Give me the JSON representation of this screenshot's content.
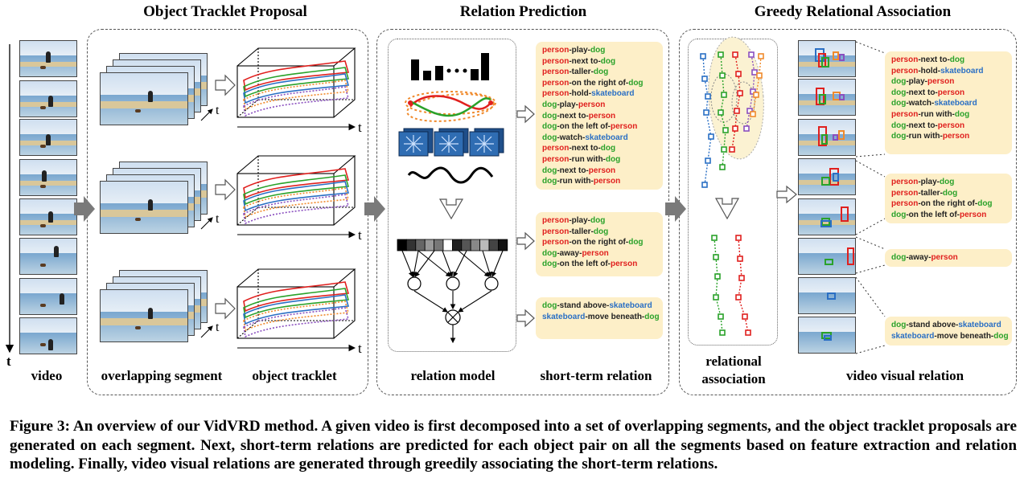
{
  "sections": {
    "proposal_title": "Object Tracklet Proposal",
    "prediction_title": "Relation Prediction",
    "association_title": "Greedy Relational Association"
  },
  "labels": {
    "video": "video",
    "t": "t",
    "overlapping_segment": "overlapping segment",
    "object_tracklet": "object tracklet",
    "relation_model": "relation model",
    "short_term_relation": "short-term relation",
    "relational_association_1": "relational",
    "relational_association_2": "association",
    "video_visual_relation": "video visual relation"
  },
  "colors": {
    "person": "#e0201e",
    "dog": "#2aa22a",
    "skateboard": "#2a6fc4",
    "box_fill": "#fdefc8",
    "arrow_gray": "#7a7a7a"
  },
  "short_term_relations": [
    [
      [
        "person",
        "-play-",
        "dog"
      ],
      [
        "person",
        "-next to-",
        "dog"
      ],
      [
        "person",
        "-taller-",
        "dog"
      ],
      [
        "person",
        "-on the right of-",
        "dog"
      ],
      [
        "person",
        "-hold-",
        "skateboard"
      ],
      [
        "dog",
        "-play-",
        "person"
      ],
      [
        "dog",
        "-next to-",
        "person"
      ],
      [
        "dog",
        "-on the left of-",
        "person"
      ],
      [
        "dog",
        "-watch-",
        "skateboard"
      ],
      [
        "person",
        "-next to-",
        "dog"
      ],
      [
        "person",
        "-run with-",
        "dog"
      ],
      [
        "dog",
        "-next to-",
        "person"
      ],
      [
        "dog",
        "-run with-",
        "person"
      ]
    ],
    [
      [
        "person",
        "-play-",
        "dog"
      ],
      [
        "person",
        "-taller-",
        "dog"
      ],
      [
        "person",
        "-on the right of-",
        "dog"
      ],
      [
        "dog",
        "-away-",
        "person"
      ],
      [
        "dog",
        "-on the left of-",
        "person"
      ]
    ],
    [
      [
        "dog",
        "-stand above-",
        "skateboard"
      ],
      [
        "skateboard",
        "-move beneath-",
        "dog"
      ]
    ]
  ],
  "video_relations": [
    [
      [
        "person",
        "-next to-",
        "dog"
      ],
      [
        "person",
        "-hold-",
        "skateboard"
      ],
      [
        "dog",
        "-play-",
        "person"
      ],
      [
        "dog",
        "-next to-",
        "person"
      ],
      [
        "dog",
        "-watch-",
        "skateboard"
      ],
      [
        "person",
        "-run with-",
        "dog"
      ],
      [
        "dog",
        "-next to-",
        "person"
      ],
      [
        "dog",
        "-run with-",
        "person"
      ]
    ],
    [
      [
        "person",
        "-play-",
        "dog"
      ],
      [
        "person",
        "-taller-",
        "dog"
      ],
      [
        "person",
        "-on the right of-",
        "dog"
      ],
      [
        "dog",
        "-on the left of-",
        "person"
      ]
    ],
    [
      [
        "dog",
        "-away-",
        "person"
      ]
    ],
    [
      [
        "dog",
        "-stand above-",
        "skateboard"
      ],
      [
        "skateboard",
        "-move beneath-",
        "dog"
      ]
    ]
  ],
  "caption": "Figure 3: An overview of our VidVRD method. A given video is first decomposed into a set of overlapping segments, and the object tracklet proposals are generated on each segment. Next, short-term relations are predicted for each object pair on all the segments based on feature extraction and relation modeling. Finally, video visual relations are generated through greedily associating the short-term relations."
}
